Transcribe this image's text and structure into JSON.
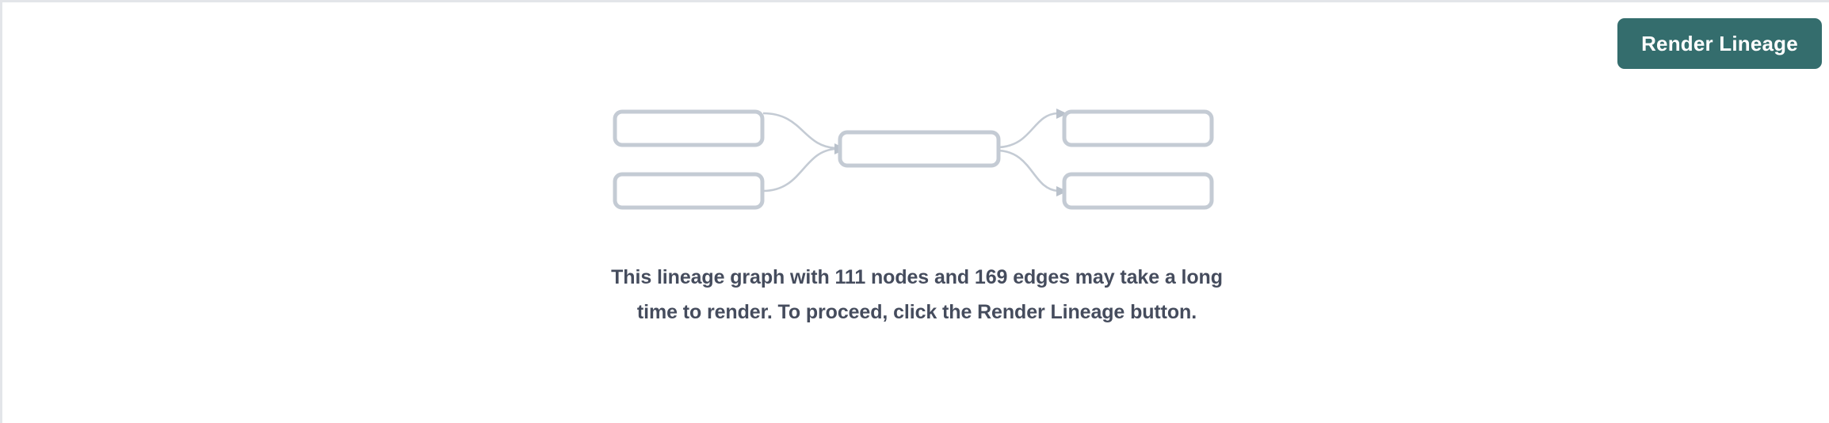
{
  "app": {
    "background_color": "#ffffff",
    "border_color": "#e3e5e9"
  },
  "toolbar": {
    "render_button_label": "Render Lineage",
    "render_button_bg": "#346D6D",
    "render_button_text_color": "#ffffff"
  },
  "placeholder_graph": {
    "node_stroke_color": "#c4cbd4",
    "node_fill_color": "#ffffff",
    "edge_color": "#c4cbd4",
    "nodes": [
      {
        "id": "left-top",
        "label": ""
      },
      {
        "id": "left-bottom",
        "label": ""
      },
      {
        "id": "center",
        "label": ""
      },
      {
        "id": "right-top",
        "label": ""
      },
      {
        "id": "right-bottom",
        "label": ""
      }
    ],
    "edges": [
      {
        "from": "left-top",
        "to": "center"
      },
      {
        "from": "left-bottom",
        "to": "center"
      },
      {
        "from": "center",
        "to": "right-top"
      },
      {
        "from": "center",
        "to": "right-bottom"
      }
    ]
  },
  "message": {
    "text": "This lineage graph with 111 nodes and 169 edges may take a long time to render. To proceed, click the Render Lineage button.",
    "node_count": 111,
    "edge_count": 169,
    "text_color": "#454c5d"
  }
}
